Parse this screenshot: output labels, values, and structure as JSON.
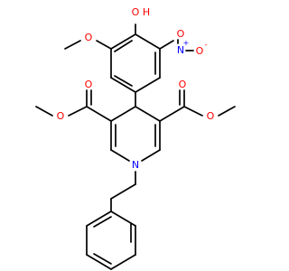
{
  "colors": {
    "background": "#ffffff",
    "bond": "#000000",
    "oxygen": "#ff0000",
    "nitrogen": "#0000ff"
  },
  "atoms": {
    "hydroxyl_O": "O",
    "hydroxyl_H": "H",
    "methoxy_O": "O",
    "nitro_N": "N",
    "nitro_N_charge": "+",
    "nitro_O_top": "O",
    "nitro_O_right": "O",
    "nitro_O_charge": "-",
    "ester_left_carbonyl_O": "O",
    "ester_left_ether_O": "O",
    "ester_right_carbonyl_O": "O",
    "ester_right_ether_O": "O",
    "ring_N": "N"
  }
}
